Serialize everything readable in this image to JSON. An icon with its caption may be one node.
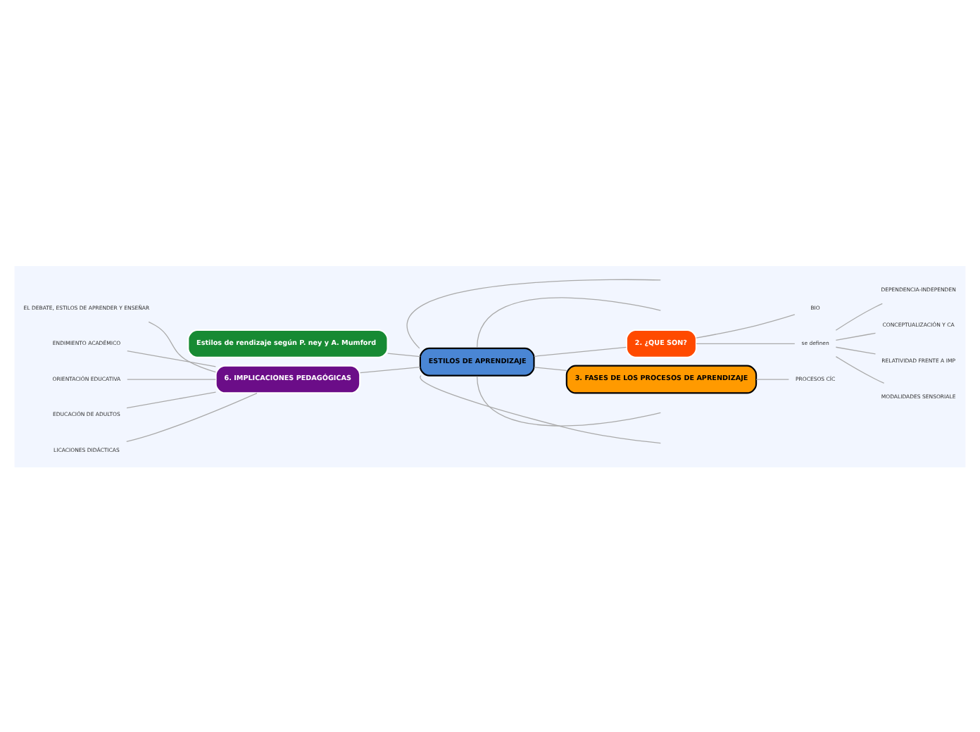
{
  "diagram": {
    "nodes": [
      {
        "text": [
          "ESTILOS DE APRENDIZAJE"
        ]
      },
      {
        "text": [
          "2. ¿QUE SON?"
        ]
      },
      {
        "text": [
          "BIO"
        ]
      },
      {
        "text": [
          "se definen"
        ]
      },
      {
        "text": [
          "DEPENDENCIA-INDEPENDEN"
        ]
      },
      {
        "text": [
          "CONCEPTUALIZACIÓN Y CA"
        ]
      },
      {
        "text": [
          "RELATIVIDAD FRENTE A IMP"
        ]
      },
      {
        "text": [
          "MODALIDADES SENSORIALE"
        ]
      },
      {
        "text": [
          "Estilos de rendizaje según P. ney y A. Mumford"
        ]
      },
      {
        "text": [
          "3. FASES DE LOS PROCESOS DE APRENDIZAJE"
        ]
      },
      {
        "text": [
          "PROCESOS CÍC"
        ]
      },
      {
        "text": [
          "6. IMPLICACIONES PEDAGÓGICAS"
        ]
      },
      {
        "text": [
          "EL DEBATE, ESTILOS DE APRENDER Y ENSEÑAR"
        ]
      },
      {
        "text": [
          "ENDIMIENTO ACADÉMICO"
        ]
      },
      {
        "text": [
          "ORIENTACIÓN EDUCATIVA"
        ]
      },
      {
        "text": [
          "EDUCACIÓN DE ADULTOS"
        ]
      },
      {
        "text": [
          "LICACIONES DIDÁCTICAS"
        ]
      }
    ],
    "edges": [
      {
        "from": 0,
        "to": null,
        "arrow": "none"
      },
      {
        "from": 0,
        "to": null,
        "arrow": "none"
      },
      {
        "from": 0,
        "to": 1,
        "arrow": "none"
      },
      {
        "from": 1,
        "to": 2,
        "arrow": "none"
      },
      {
        "from": 1,
        "to": 3,
        "arrow": "none"
      },
      {
        "from": 3,
        "to": 4,
        "arrow": "none"
      },
      {
        "from": 3,
        "to": 5,
        "arrow": "none"
      },
      {
        "from": 3,
        "to": 6,
        "arrow": "none"
      },
      {
        "from": 3,
        "to": 7,
        "arrow": "none"
      },
      {
        "from": 0,
        "to": 8,
        "arrow": "none"
      },
      {
        "from": 0,
        "to": 9,
        "arrow": "none"
      },
      {
        "from": 9,
        "to": 10,
        "arrow": "none"
      },
      {
        "from": 0,
        "to": null,
        "arrow": "none"
      },
      {
        "from": 0,
        "to": null,
        "arrow": "none"
      },
      {
        "from": 0,
        "to": 11,
        "arrow": "none"
      },
      {
        "from": 11,
        "to": 12,
        "arrow": "none"
      },
      {
        "from": 11,
        "to": 13,
        "arrow": "none"
      },
      {
        "from": 11,
        "to": 14,
        "arrow": "none"
      },
      {
        "from": 11,
        "to": 15,
        "arrow": "none"
      },
      {
        "from": 11,
        "to": 16,
        "arrow": "none"
      }
    ]
  }
}
